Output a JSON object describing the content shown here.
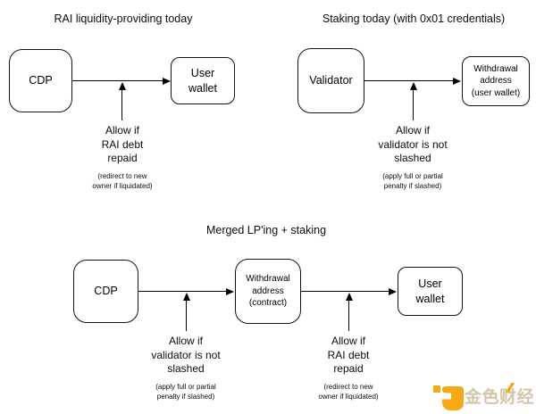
{
  "colors": {
    "background": "#ffffff",
    "line": "#000000",
    "box_border": "#141414",
    "text": "#0d0d0d",
    "logo_orange": "#F7A817",
    "logo_tan": "#D3C7A8"
  },
  "diagram_lp_today": {
    "title": "RAI liquidity-providing today",
    "cdp_label": "CDP",
    "user_wallet_label": "User\nwallet",
    "condition_label": "Allow if\nRAI debt\nrepaid",
    "condition_note": "(redirect to new\nowner if liquidated)"
  },
  "diagram_staking_today": {
    "title": "Staking today (with 0x01 credentials)",
    "validator_label": "Validator",
    "withdrawal_label": "Withdrawal\naddress\n(user wallet)",
    "condition_label": "Allow if\nvalidator is not\nslashed",
    "condition_note": "(apply full or partial\npenalty if slashed)"
  },
  "diagram_merged": {
    "title": "Merged LP'ing + staking",
    "cdp_label": "CDP",
    "withdrawal_label": "Withdrawal\naddress\n(contract)",
    "user_wallet_label": "User\nwallet",
    "slash_condition_label": "Allow if\nvalidator is not\nslashed",
    "slash_condition_note": "(apply full or partial\npenalty if slashed)",
    "debt_condition_label": "Allow if\nRAI debt\nrepaid",
    "debt_condition_note": "(redirect to new\nowner if liquidated)"
  },
  "watermark": {
    "brand_text": "金色财经"
  }
}
